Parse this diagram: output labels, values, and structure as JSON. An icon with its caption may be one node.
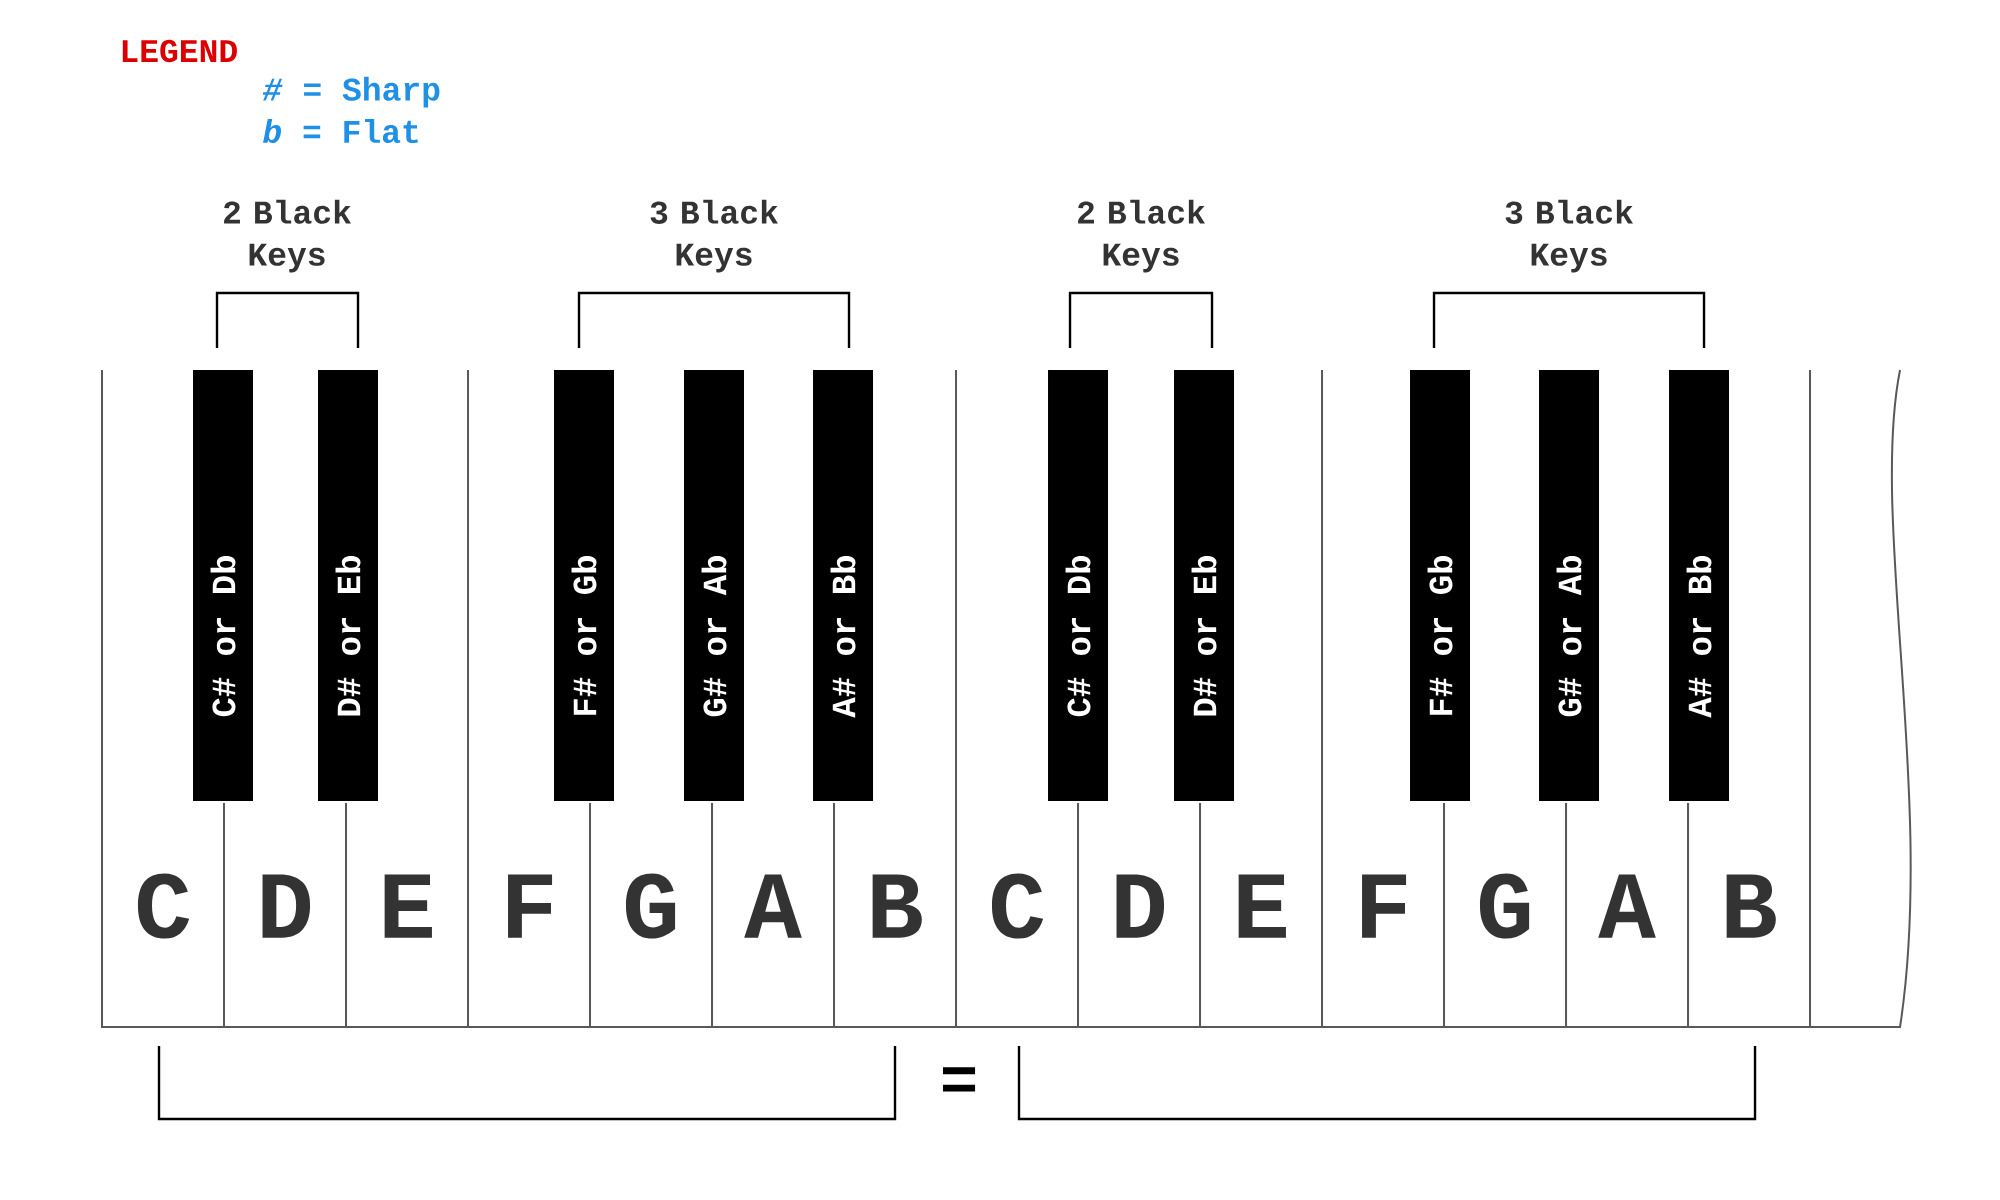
{
  "diagram": {
    "nodes": [
      {
        "text": [
          "C"
        ]
      },
      {
        "text": [
          "D"
        ]
      },
      {
        "text": [
          "E"
        ]
      },
      {
        "text": [
          "F"
        ]
      },
      {
        "text": [
          "G"
        ]
      },
      {
        "text": [
          "A"
        ]
      },
      {
        "text": [
          "B"
        ]
      },
      {
        "text": [
          "C"
        ]
      },
      {
        "text": [
          "D"
        ]
      },
      {
        "text": [
          "E"
        ]
      },
      {
        "text": [
          "F"
        ]
      },
      {
        "text": [
          "G"
        ]
      },
      {
        "text": [
          "A"
        ]
      },
      {
        "text": [
          "B"
        ]
      },
      {
        "text": [],
        "shape": "box"
      },
      {
        "text": [
          "C# or Db"
        ]
      },
      {
        "text": [
          "D# or Eb"
        ]
      },
      {
        "text": [
          "F# or Gb"
        ]
      },
      {
        "text": [
          "G# or Ab"
        ]
      },
      {
        "text": [
          "A# or Bb"
        ]
      },
      {
        "text": [
          "C# or Db"
        ]
      },
      {
        "text": [
          "D# or Eb"
        ]
      },
      {
        "text": [
          "F# or Gb"
        ]
      },
      {
        "text": [
          "G# or Ab"
        ]
      },
      {
        "text": [
          "A# or Bb"
        ]
      }
    ],
    "labels": [
      "LEGEND",
      "*#* = Sharp",
      "*b* = Flat",
      "2 Black Keys",
      "3 Black Keys",
      "2 Black Keys",
      "3 Black Keys",
      "="
    ]
  }
}
